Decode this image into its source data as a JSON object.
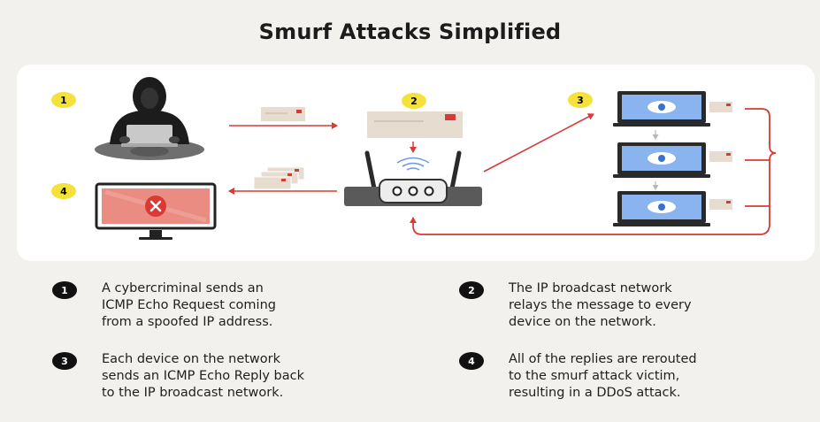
{
  "title": "Smurf Attacks Simplified",
  "diagram": {
    "badges": [
      "1",
      "2",
      "3",
      "4"
    ],
    "icons": {
      "attacker": "hooded-hacker-with-laptop-icon",
      "request_envelope": "envelope-icon",
      "router": "wireless-router-icon",
      "devices": "laptop-with-eye-icon",
      "replies": "stacked-envelopes-icon",
      "victim": "monitor-with-error-icon"
    },
    "colors": {
      "accent_red": "#d93a36",
      "badge_yellow": "#f4e13a",
      "screen_blue": "#8ab4f0",
      "envelope": "#e6dccf",
      "victim_screen": "#ea8c82"
    }
  },
  "steps": [
    {
      "num": "1",
      "lines": [
        "A cybercriminal sends an",
        "ICMP Echo Request coming",
        "from a spoofed IP address."
      ]
    },
    {
      "num": "2",
      "lines": [
        "The IP broadcast network",
        "relays the message to every",
        "device on the network."
      ]
    },
    {
      "num": "3",
      "lines": [
        "Each device on the network",
        "sends an ICMP Echo Reply back",
        "to the IP broadcast network."
      ]
    },
    {
      "num": "4",
      "lines": [
        "All of the replies are rerouted",
        "to the smurf attack victim,",
        "resulting in a DDoS attack."
      ]
    }
  ]
}
